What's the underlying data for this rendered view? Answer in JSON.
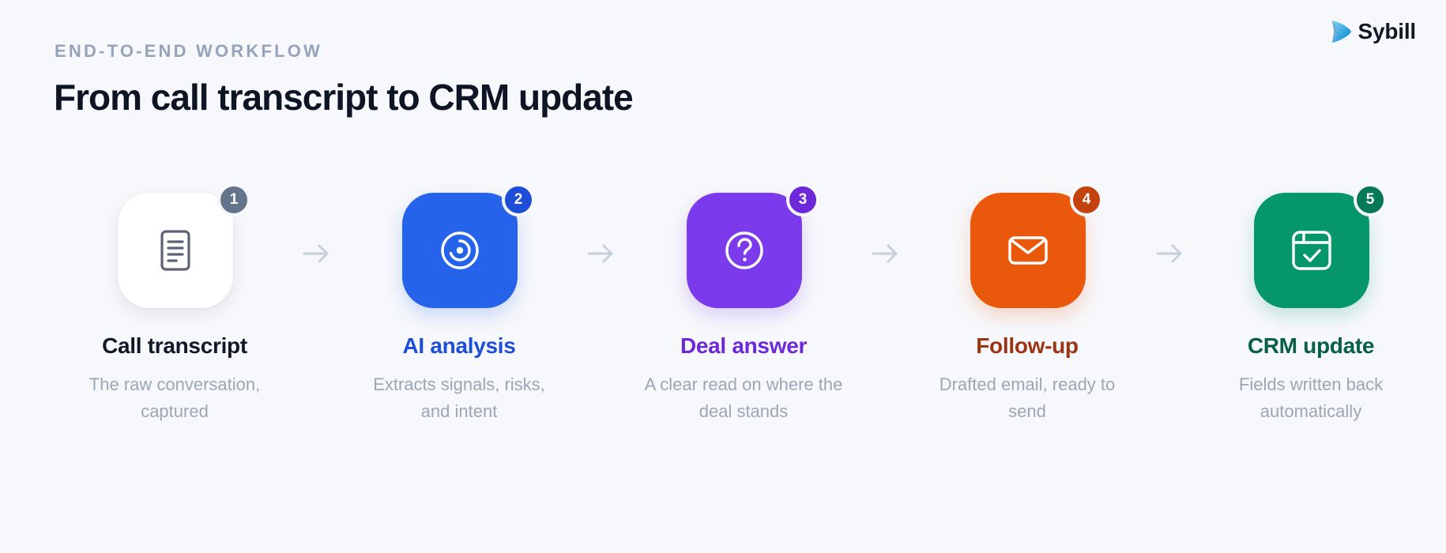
{
  "brand": {
    "name": "Sybill",
    "icon": "sybill-logo-icon"
  },
  "header": {
    "eyebrow": "END-TO-END WORKFLOW",
    "title": "From call transcript to CRM update"
  },
  "steps": [
    {
      "number": "1",
      "title": "Call transcript",
      "description": "The raw conversation, captured",
      "icon": "document-icon",
      "color": "#ffffff"
    },
    {
      "number": "2",
      "title": "AI analysis",
      "description": "Extracts signals, risks, and intent",
      "icon": "target-icon",
      "color": "#2563eb"
    },
    {
      "number": "3",
      "title": "Deal answer",
      "description": "A clear read on where the deal stands",
      "icon": "question-icon",
      "color": "#7c3aed"
    },
    {
      "number": "4",
      "title": "Follow-up",
      "description": "Drafted email, ready to send",
      "icon": "mail-icon",
      "color": "#ea580c"
    },
    {
      "number": "5",
      "title": "CRM update",
      "description": "Fields written back automatically",
      "icon": "calendar-check-icon",
      "color": "#059669"
    }
  ],
  "connectors": {
    "icon": "arrow-right-icon",
    "color": "#c7cfdb"
  }
}
